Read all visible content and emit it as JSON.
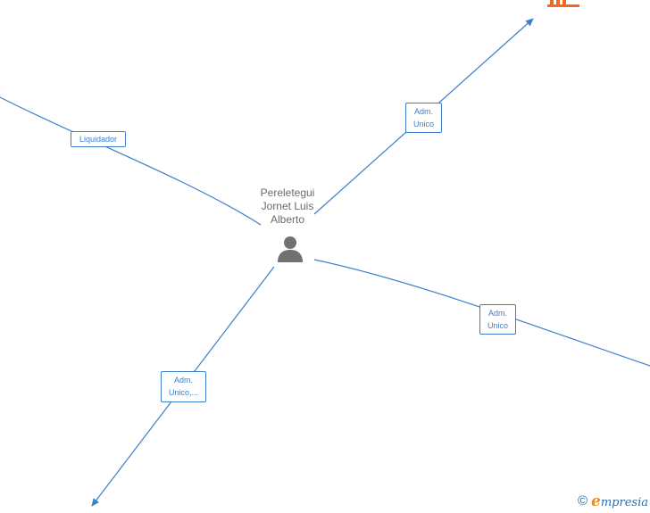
{
  "center_node": {
    "name": "Pereletegui\nJornet Luis\nAlberto",
    "icon": "person-icon"
  },
  "edges": [
    {
      "label": "Liquidador"
    },
    {
      "label": "Adm.\nUnico"
    },
    {
      "label": "Adm.\nUnico"
    },
    {
      "label": "Adm.\nUnico,..."
    }
  ],
  "company_node": {
    "icon": "building-icon",
    "color": "#f0691f"
  },
  "footer": {
    "copyright_symbol": "©",
    "brand_initial": "e",
    "brand_rest": "mpresia"
  },
  "colors": {
    "edge": "#3d7ec9",
    "node_text": "#6b6b6b",
    "person_icon": "#707070",
    "brand_blue": "#2b6ea8",
    "brand_orange": "#f08a1c"
  }
}
